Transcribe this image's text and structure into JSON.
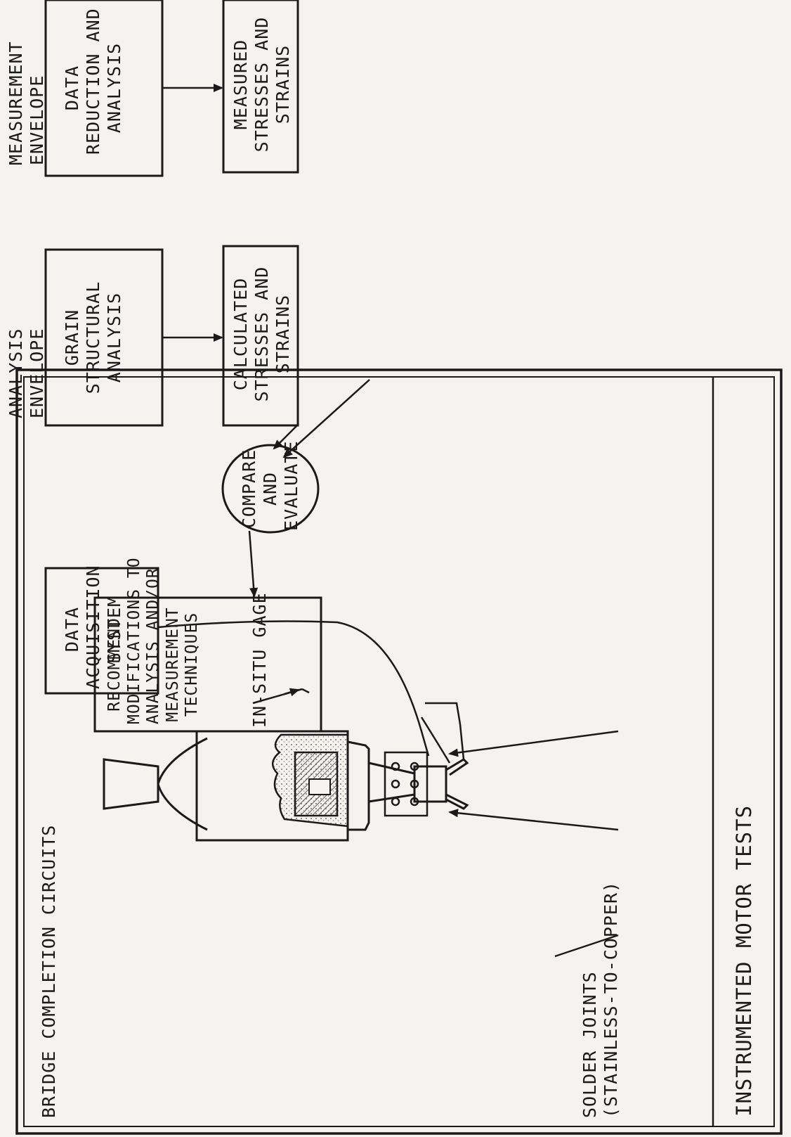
{
  "labels": {
    "measurement_envelope": "MEASUREMENT\nENVELOPE",
    "analysis_envelope": "ANALYSIS\nENVELOPE",
    "data_reduction": "DATA\nREDUCTION AND\nANALYSIS",
    "measured_stresses": "MEASURED\nSTRESSES AND\nSTRAINS",
    "grain_structural": "GRAIN\nSTRUCTURAL\nANALYSIS",
    "calculated_stresses": "CALCULATED\nSTRESSES AND\nSTRAINS",
    "compare_evaluate": "COMPARE\nAND\nEVALUATE",
    "recommend": "RECOMMEND\nMODIFICATIONS TO\nANALYSIS AND/OR\nMEASUREMENT\nTECHNIQUES",
    "data_acquisition": "DATA\nACQUISITION\nSYSTEM",
    "bridge_completion": "BRIDGE COMPLETION CIRCUITS",
    "in_situ_gage": "IN-SITU GAGE",
    "solder_joints": "SOLDER JOINTS\n(STAINLESS-TO-COPPER)",
    "instrumented_motor_tests": "INSTRUMENTED MOTOR TESTS"
  },
  "colors": {
    "ink": "#1a1a1a",
    "paper": "#f4f3ef",
    "faded_text": "#d9d7d0",
    "stipple": "#888888"
  }
}
